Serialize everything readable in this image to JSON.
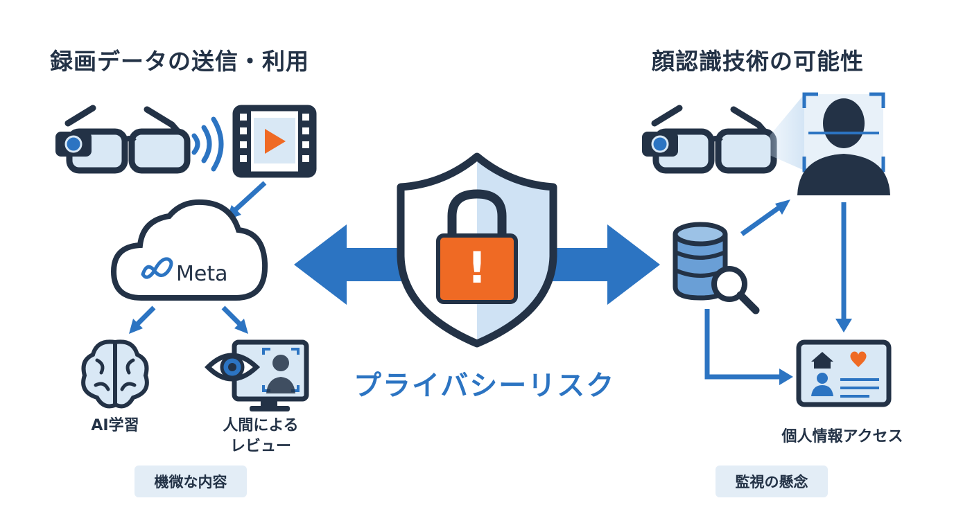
{
  "left_section": {
    "title": "録画データの送信・利用",
    "cloud_label": "Meta",
    "ai_caption": "AI学習",
    "review_caption_line1": "人間による",
    "review_caption_line2": "レビュー",
    "tag": "機微な内容"
  },
  "right_section": {
    "title": "顔認識技術の可能性",
    "access_caption": "個人情報アクセス",
    "tag": "監視の懸念"
  },
  "center": {
    "title": "プライバシーリスク",
    "alert_symbol": "!"
  },
  "colors": {
    "navy": "#233246",
    "blue": "#2c74c2",
    "light_blue": "#d9e8f5",
    "orange": "#ef6a24"
  }
}
